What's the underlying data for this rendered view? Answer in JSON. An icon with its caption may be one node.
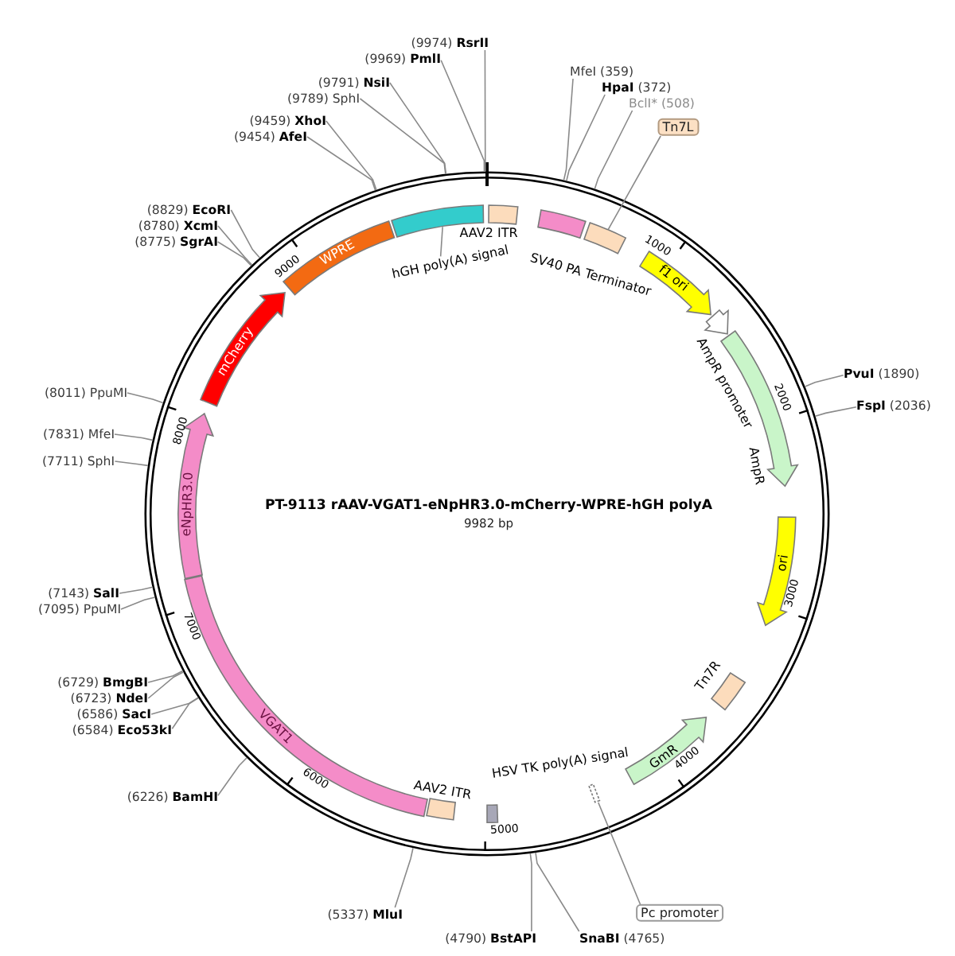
{
  "diagram": {
    "title": "PT-9113 rAAV-VGAT1-eNpHR3.0-mCherry-WPRE-hGH polyA",
    "nodes": [
      {
        "text": [
          "(9974) **RsrII**"
        ]
      },
      {
        "text": [
          "(9969) **PmlI**"
        ]
      },
      {
        "text": [
          "MfeI (359)"
        ]
      },
      {
        "text": [
          "**HpaI** (372)"
        ]
      },
      {
        "text": [
          "BclI* (508)"
        ]
      },
      {
        "text": [
          "Tn7L"
        ]
      },
      {
        "text": [
          "**PvuI** (1890)"
        ]
      },
      {
        "text": [
          "**FspI** (2036)"
        ]
      },
      {
        "text": [
          "Pc promoter"
        ]
      },
      {
        "text": [
          "**SnaBI** (4765)"
        ]
      },
      {
        "text": [
          "(4790) **BstAPI**"
        ]
      },
      {
        "text": [
          "(5337) **MluI**"
        ]
      },
      {
        "text": [
          "(6226) **BamHI**"
        ]
      },
      {
        "text": [
          "(6584) **Eco53kI**"
        ]
      },
      {
        "text": [
          "(6586) **SacI**"
        ]
      },
      {
        "text": [
          "(6723) **NdeI**"
        ]
      },
      {
        "text": [
          "(6729) **BmgBI**"
        ]
      },
      {
        "text": [
          "(7095) PpuMI"
        ]
      },
      {
        "text": [
          "(7143) **SalI**"
        ]
      },
      {
        "text": [
          "(7711) SphI"
        ]
      },
      {
        "text": [
          "(7831) MfeI"
        ]
      },
      {
        "text": [
          "(8011) PpuMI"
        ]
      },
      {
        "text": [
          "(8775) **SgrAI**"
        ]
      },
      {
        "text": [
          "(8780) **XcmI**"
        ]
      },
      {
        "text": [
          "(8829) **EcoRI**"
        ]
      },
      {
        "text": [
          "(9454) **AfeI**"
        ]
      },
      {
        "text": [
          "(9459) **XhoI**"
        ]
      },
      {
        "text": [
          "(9789) SphI"
        ]
      },
      {
        "text": [
          "(9791) **NsiI**"
        ]
      },
      {
        "text": [
          "AAV2 ITR"
        ]
      },
      {
        "text": [
          "SV40 PA Terminator"
        ]
      },
      {
        "text": [],
        "shape": "box"
      },
      {
        "text": [
          "f1 ori"
        ]
      },
      {
        "text": [
          "AmpR promoter"
        ]
      },
      {
        "text": [
          "AmpR"
        ]
      },
      {
        "text": [
          "ori"
        ]
      },
      {
        "text": [
          "Tn7R"
        ]
      },
      {
        "text": [
          "GmR"
        ]
      },
      {
        "text": [],
        "shape": "box"
      },
      {
        "text": [
          "HSV TK poly(A) signal"
        ]
      },
      {
        "text": [
          "AAV2 ITR"
        ]
      },
      {
        "text": [
          "VGAT1"
        ]
      },
      {
        "text": [
          "eNpHR3.0"
        ]
      },
      {
        "text": [
          "mCherry"
        ]
      },
      {
        "text": [
          "WPRE"
        ]
      },
      {
        "text": [],
        "shape": "box"
      },
      {
        "text": [
          "hGH poly(A) signal"
        ]
      }
    ],
    "edges": [
      {
        "from": 0,
        "to": null,
        "arrow": "none"
      },
      {
        "from": 1,
        "to": null,
        "arrow": "none"
      },
      {
        "from": 2,
        "to": null,
        "arrow": "none"
      },
      {
        "from": 3,
        "to": null,
        "arrow": "none"
      },
      {
        "from": 4,
        "to": null,
        "arrow": "none"
      },
      {
        "from": 5,
        "to": 31,
        "arrow": "none"
      },
      {
        "from": 6,
        "to": null,
        "arrow": "none"
      },
      {
        "from": 7,
        "to": null,
        "arrow": "none"
      },
      {
        "from": 8,
        "to": 38,
        "arrow": "none"
      },
      {
        "from": 9,
        "to": null,
        "arrow": "none"
      },
      {
        "from": 10,
        "to": null,
        "arrow": "none"
      },
      {
        "from": 11,
        "to": null,
        "arrow": "none"
      },
      {
        "from": 12,
        "to": null,
        "arrow": "none"
      },
      {
        "from": 13,
        "to": null,
        "arrow": "none"
      },
      {
        "from": 14,
        "to": null,
        "arrow": "none"
      },
      {
        "from": 15,
        "to": null,
        "arrow": "none"
      },
      {
        "from": 16,
        "to": null,
        "arrow": "none"
      },
      {
        "from": 17,
        "to": null,
        "arrow": "none"
      },
      {
        "from": 18,
        "to": null,
        "arrow": "none"
      },
      {
        "from": 19,
        "to": null,
        "arrow": "none"
      },
      {
        "from": 20,
        "to": null,
        "arrow": "none"
      },
      {
        "from": 21,
        "to": null,
        "arrow": "none"
      },
      {
        "from": 22,
        "to": null,
        "arrow": "none"
      },
      {
        "from": 23,
        "to": null,
        "arrow": "none"
      },
      {
        "from": 24,
        "to": null,
        "arrow": "none"
      },
      {
        "from": 25,
        "to": null,
        "arrow": "none"
      },
      {
        "from": 26,
        "to": null,
        "arrow": "none"
      },
      {
        "from": 27,
        "to": null,
        "arrow": "none"
      },
      {
        "from": 28,
        "to": null,
        "arrow": "none"
      },
      {
        "from": 46,
        "to": 45,
        "arrow": "none"
      }
    ],
    "labels": [
      "9982 bp",
      "1000",
      "2000",
      "3000",
      "4000",
      "5000",
      "6000",
      "7000",
      "8000",
      "9000"
    ]
  }
}
